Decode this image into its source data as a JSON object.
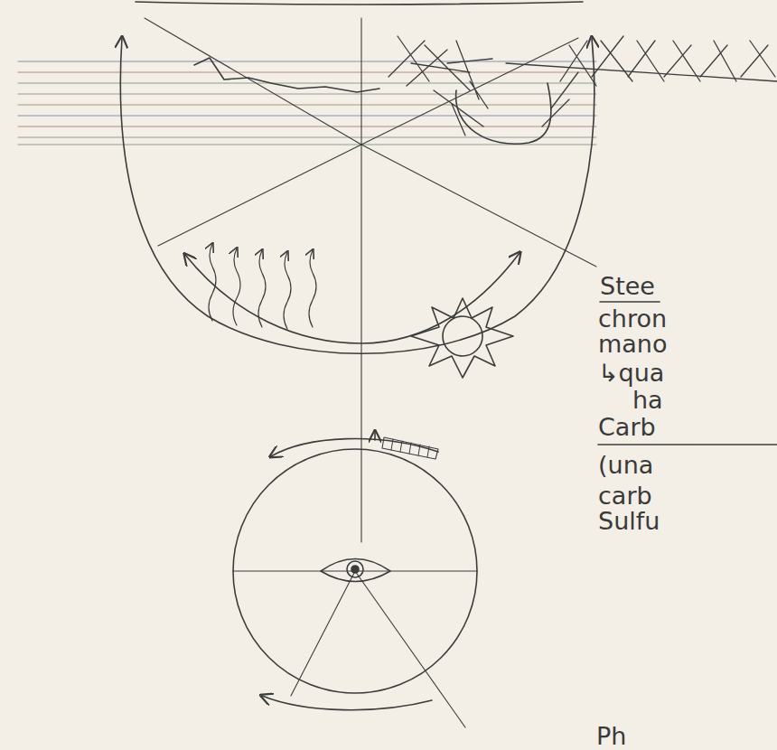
{
  "diagram": {
    "labels": [
      "Stee",
      "chron",
      "mano",
      "↳qua",
      "ha",
      "Carb",
      "(una",
      "carb",
      "Sulfu",
      "Ph"
    ]
  }
}
